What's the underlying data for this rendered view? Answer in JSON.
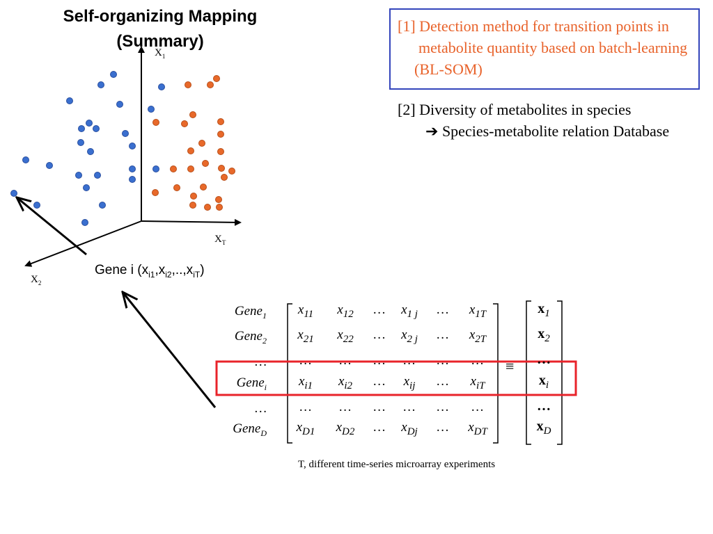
{
  "title": {
    "line1": "Self-organizing Mapping",
    "line2": "(Summary)"
  },
  "axes": {
    "x1": {
      "base": "X",
      "sub": "1"
    },
    "xt": {
      "base": "X",
      "sub": "T"
    },
    "x2": {
      "base": "X",
      "sub": "2"
    }
  },
  "scatter": {
    "blue": [
      [
        145,
        122
      ],
      [
        163,
        107
      ],
      [
        232,
        125
      ],
      [
        100,
        145
      ],
      [
        172,
        150
      ],
      [
        217,
        157
      ],
      [
        128,
        177
      ],
      [
        117,
        185
      ],
      [
        138,
        185
      ],
      [
        180,
        192
      ],
      [
        116,
        205
      ],
      [
        130,
        218
      ],
      [
        190,
        210
      ],
      [
        37,
        230
      ],
      [
        71,
        238
      ],
      [
        113,
        252
      ],
      [
        140,
        252
      ],
      [
        190,
        243
      ],
      [
        190,
        258
      ],
      [
        224,
        243
      ],
      [
        124,
        270
      ],
      [
        20,
        278
      ],
      [
        53,
        295
      ],
      [
        147,
        295
      ],
      [
        122,
        320
      ]
    ],
    "orange": [
      [
        270,
        122
      ],
      [
        311,
        113
      ],
      [
        302,
        122
      ],
      [
        277,
        165
      ],
      [
        224,
        176
      ],
      [
        265,
        178
      ],
      [
        317,
        175
      ],
      [
        317,
        193
      ],
      [
        290,
        206
      ],
      [
        274,
        217
      ],
      [
        317,
        218
      ],
      [
        295,
        235
      ],
      [
        249,
        243
      ],
      [
        274,
        243
      ],
      [
        318,
        242
      ],
      [
        333,
        246
      ],
      [
        322,
        255
      ],
      [
        292,
        269
      ],
      [
        254,
        270
      ],
      [
        223,
        277
      ],
      [
        278,
        282
      ],
      [
        314,
        287
      ],
      [
        277,
        295
      ],
      [
        298,
        298
      ],
      [
        315,
        298
      ]
    ],
    "colors": {
      "blue": "#3a6fcf",
      "orange": "#e8692a",
      "blue_edge": "#2a4f9f",
      "orange_edge": "#b84f1a"
    }
  },
  "gene_point_label": {
    "prefix": "Gene i (x",
    "s1": "i1",
    "mid1": ",x",
    "s2": "i2",
    "mid2": ",..,x",
    "s3": "iT",
    "suffix": ")"
  },
  "references": {
    "ref1": {
      "line1": "[1] Detection method for transition points in",
      "line2": "metabolite quantity based on batch-learning",
      "line3": "(BL-SOM)"
    },
    "ref2": {
      "line1": "[2] Diversity of metabolites in species",
      "arrow": "➔",
      "line2": "Species-metabolite relation Database"
    }
  },
  "matrix": {
    "rows": [
      {
        "gene": {
          "base": "Gene",
          "sub": "1"
        },
        "cells": [
          [
            "x",
            "11"
          ],
          [
            "x",
            "12"
          ],
          [
            "…",
            ""
          ],
          [
            "x",
            "1 j"
          ],
          [
            "…",
            ""
          ],
          [
            "x",
            "1T"
          ]
        ],
        "vec": [
          "x",
          "1"
        ]
      },
      {
        "gene": {
          "base": "Gene",
          "sub": "2"
        },
        "cells": [
          [
            "x",
            "21"
          ],
          [
            "x",
            "22"
          ],
          [
            "…",
            ""
          ],
          [
            "x",
            "2 j"
          ],
          [
            "…",
            ""
          ],
          [
            "x",
            "2T"
          ]
        ],
        "vec": [
          "x",
          "2"
        ]
      },
      {
        "gene": {
          "base": "…",
          "sub": ""
        },
        "cells": [
          [
            "…",
            ""
          ],
          [
            "…",
            ""
          ],
          [
            "…",
            ""
          ],
          [
            "…",
            ""
          ],
          [
            "…",
            ""
          ],
          [
            "…",
            ""
          ]
        ],
        "vec": [
          "…",
          ""
        ]
      },
      {
        "gene": {
          "base": "Gene",
          "sub": "i"
        },
        "cells": [
          [
            "x",
            "i1"
          ],
          [
            "x",
            "i2"
          ],
          [
            "…",
            ""
          ],
          [
            "x",
            "ij"
          ],
          [
            "…",
            ""
          ],
          [
            "x",
            "iT"
          ]
        ],
        "vec": [
          "x",
          "i"
        ]
      },
      {
        "gene": {
          "base": "…",
          "sub": ""
        },
        "cells": [
          [
            "…",
            ""
          ],
          [
            "…",
            ""
          ],
          [
            "…",
            ""
          ],
          [
            "…",
            ""
          ],
          [
            "…",
            ""
          ],
          [
            "…",
            ""
          ]
        ],
        "vec": [
          "…",
          ""
        ]
      },
      {
        "gene": {
          "base": "Gene",
          "sub": "D"
        },
        "cells": [
          [
            "x",
            "D1"
          ],
          [
            "x",
            "D2"
          ],
          [
            "…",
            ""
          ],
          [
            "x",
            "Dj"
          ],
          [
            "…",
            ""
          ],
          [
            "x",
            "DT"
          ]
        ],
        "vec": [
          "x",
          "D"
        ]
      }
    ],
    "equiv": "≡",
    "caption": "T, different time-series microarray experiments",
    "highlight_color": "#e8232a"
  }
}
